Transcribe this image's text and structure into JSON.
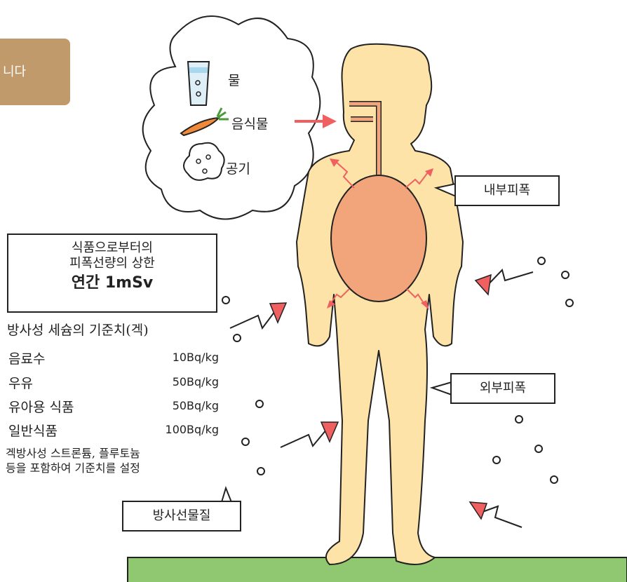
{
  "tab_text": "니다",
  "intake": {
    "water": "물",
    "food": "음식물",
    "air": "공기"
  },
  "exposure": {
    "internal": "내부피폭",
    "external": "외부피폭",
    "material": "방사선물질"
  },
  "limit": {
    "line1": "식품으로부터의",
    "line2": "피폭선량의 상한",
    "value": "연간 1mSv"
  },
  "standards": {
    "title": "방사성 세슘의 기준치(겍)",
    "rows": [
      {
        "item": "음료수",
        "value": "10Bq/kg"
      },
      {
        "item": "우유",
        "value": "50Bq/kg"
      },
      {
        "item": "유아용 식품",
        "value": "50Bq/kg"
      },
      {
        "item": "일반식품",
        "value": "100Bq/kg"
      }
    ],
    "note_line1": "겍방사성 스트론튬, 플루토늄",
    "note_line2": "등을 포함하여 기준치를 설정"
  },
  "colors": {
    "skin": "#fde3a7",
    "organ": "#f2a57a",
    "arrow": "#f06060",
    "ground": "#8fc870",
    "tab": "#c19a6b"
  }
}
